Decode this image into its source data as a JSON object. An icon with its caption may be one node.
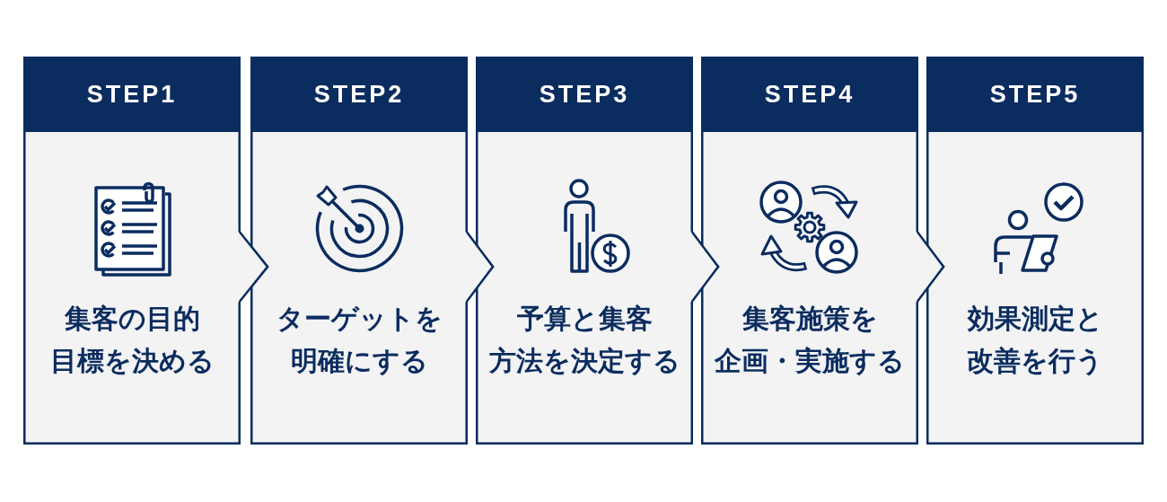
{
  "diagram": {
    "nodes": [
      {
        "text": [
          "STEP1",
          "集客の目的目標を決める"
        ]
      },
      {
        "text": [
          "STEP2",
          "ターゲットを明確にする"
        ]
      },
      {
        "text": [
          "STEP3",
          "予算と集客方法を決定する"
        ]
      },
      {
        "text": [
          "STEP4",
          "集客施策を企画・実施する"
        ]
      },
      {
        "text": [
          "STEP5",
          "効果測定と改善を行う"
        ]
      }
    ],
    "edges": [
      {
        "from": 0,
        "to": 1,
        "arrow": "to"
      },
      {
        "from": 1,
        "to": 2,
        "arrow": "to"
      },
      {
        "from": 2,
        "to": 3,
        "arrow": "to"
      },
      {
        "from": 3,
        "to": 4,
        "arrow": "to"
      }
    ]
  }
}
